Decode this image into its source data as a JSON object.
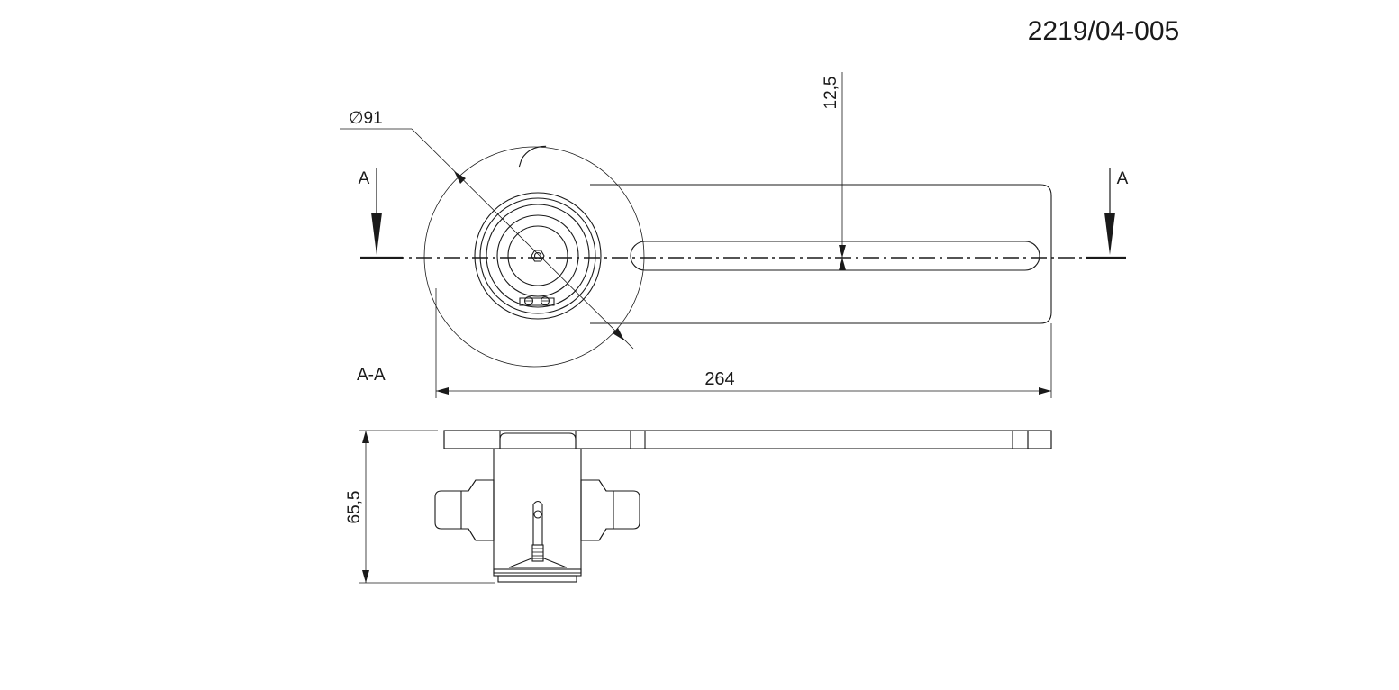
{
  "drawing": {
    "number": "2219/04-005",
    "section_mark_left": "A",
    "section_mark_right": "A",
    "section_view_label": "A-A",
    "dim_diameter": "∅91",
    "dim_slot_offset": "12,5",
    "dim_length": "264",
    "dim_height": "65,5"
  }
}
